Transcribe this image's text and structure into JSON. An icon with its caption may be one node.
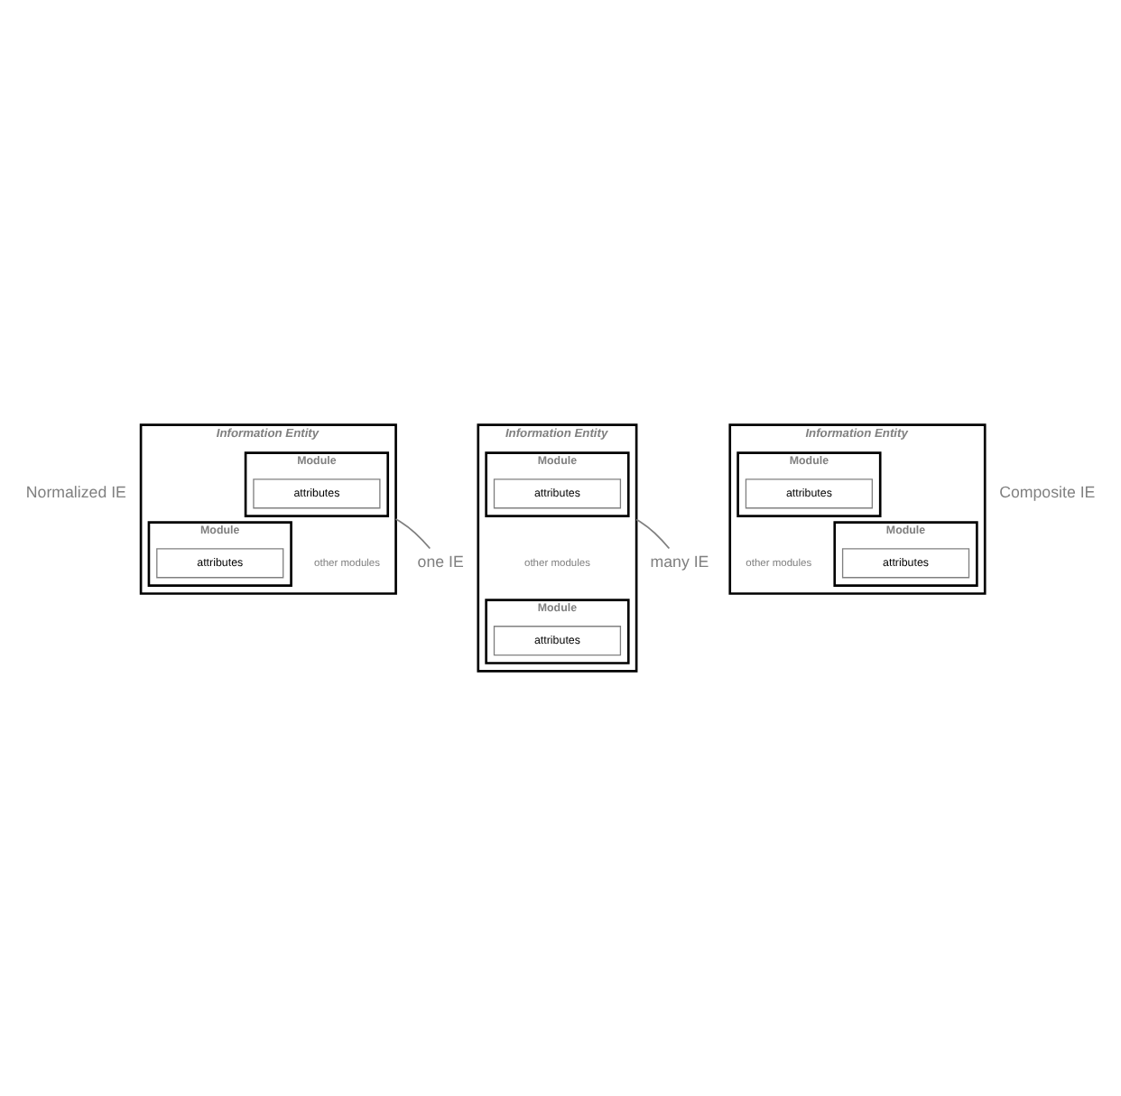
{
  "diagram": {
    "nodes": [
      {
        "text": [
          "Information Entity",
          "other modules"
        ]
      },
      {
        "text": [
          "Module"
        ],
        "in": 0
      },
      {
        "text": [
          "attributes"
        ],
        "in": 1
      },
      {
        "text": [
          "Module"
        ],
        "in": 0
      },
      {
        "text": [
          "attributes"
        ],
        "in": 3
      },
      {
        "text": [
          "Information Entity",
          "other modules"
        ]
      },
      {
        "text": [
          "Module"
        ],
        "in": 5
      },
      {
        "text": [
          "attributes"
        ],
        "in": 6
      },
      {
        "text": [
          "Module"
        ],
        "in": 5
      },
      {
        "text": [
          "attributes"
        ],
        "in": 8
      },
      {
        "text": [
          "Information Entity",
          "other modules"
        ]
      },
      {
        "text": [
          "Module"
        ],
        "in": 10
      },
      {
        "text": [
          "attributes"
        ],
        "in": 11
      },
      {
        "text": [
          "Module"
        ],
        "in": 10
      },
      {
        "text": [
          "attributes"
        ],
        "in": 13
      },
      {
        "text": [
          "one IE"
        ]
      },
      {
        "text": [
          "many IE"
        ]
      }
    ],
    "edges": [
      {
        "from": 15,
        "to": 0,
        "arrow": "none"
      },
      {
        "from": 16,
        "to": 10,
        "arrow": "none"
      }
    ],
    "labels": [
      "Normalized IE",
      "Composite IE"
    ]
  }
}
